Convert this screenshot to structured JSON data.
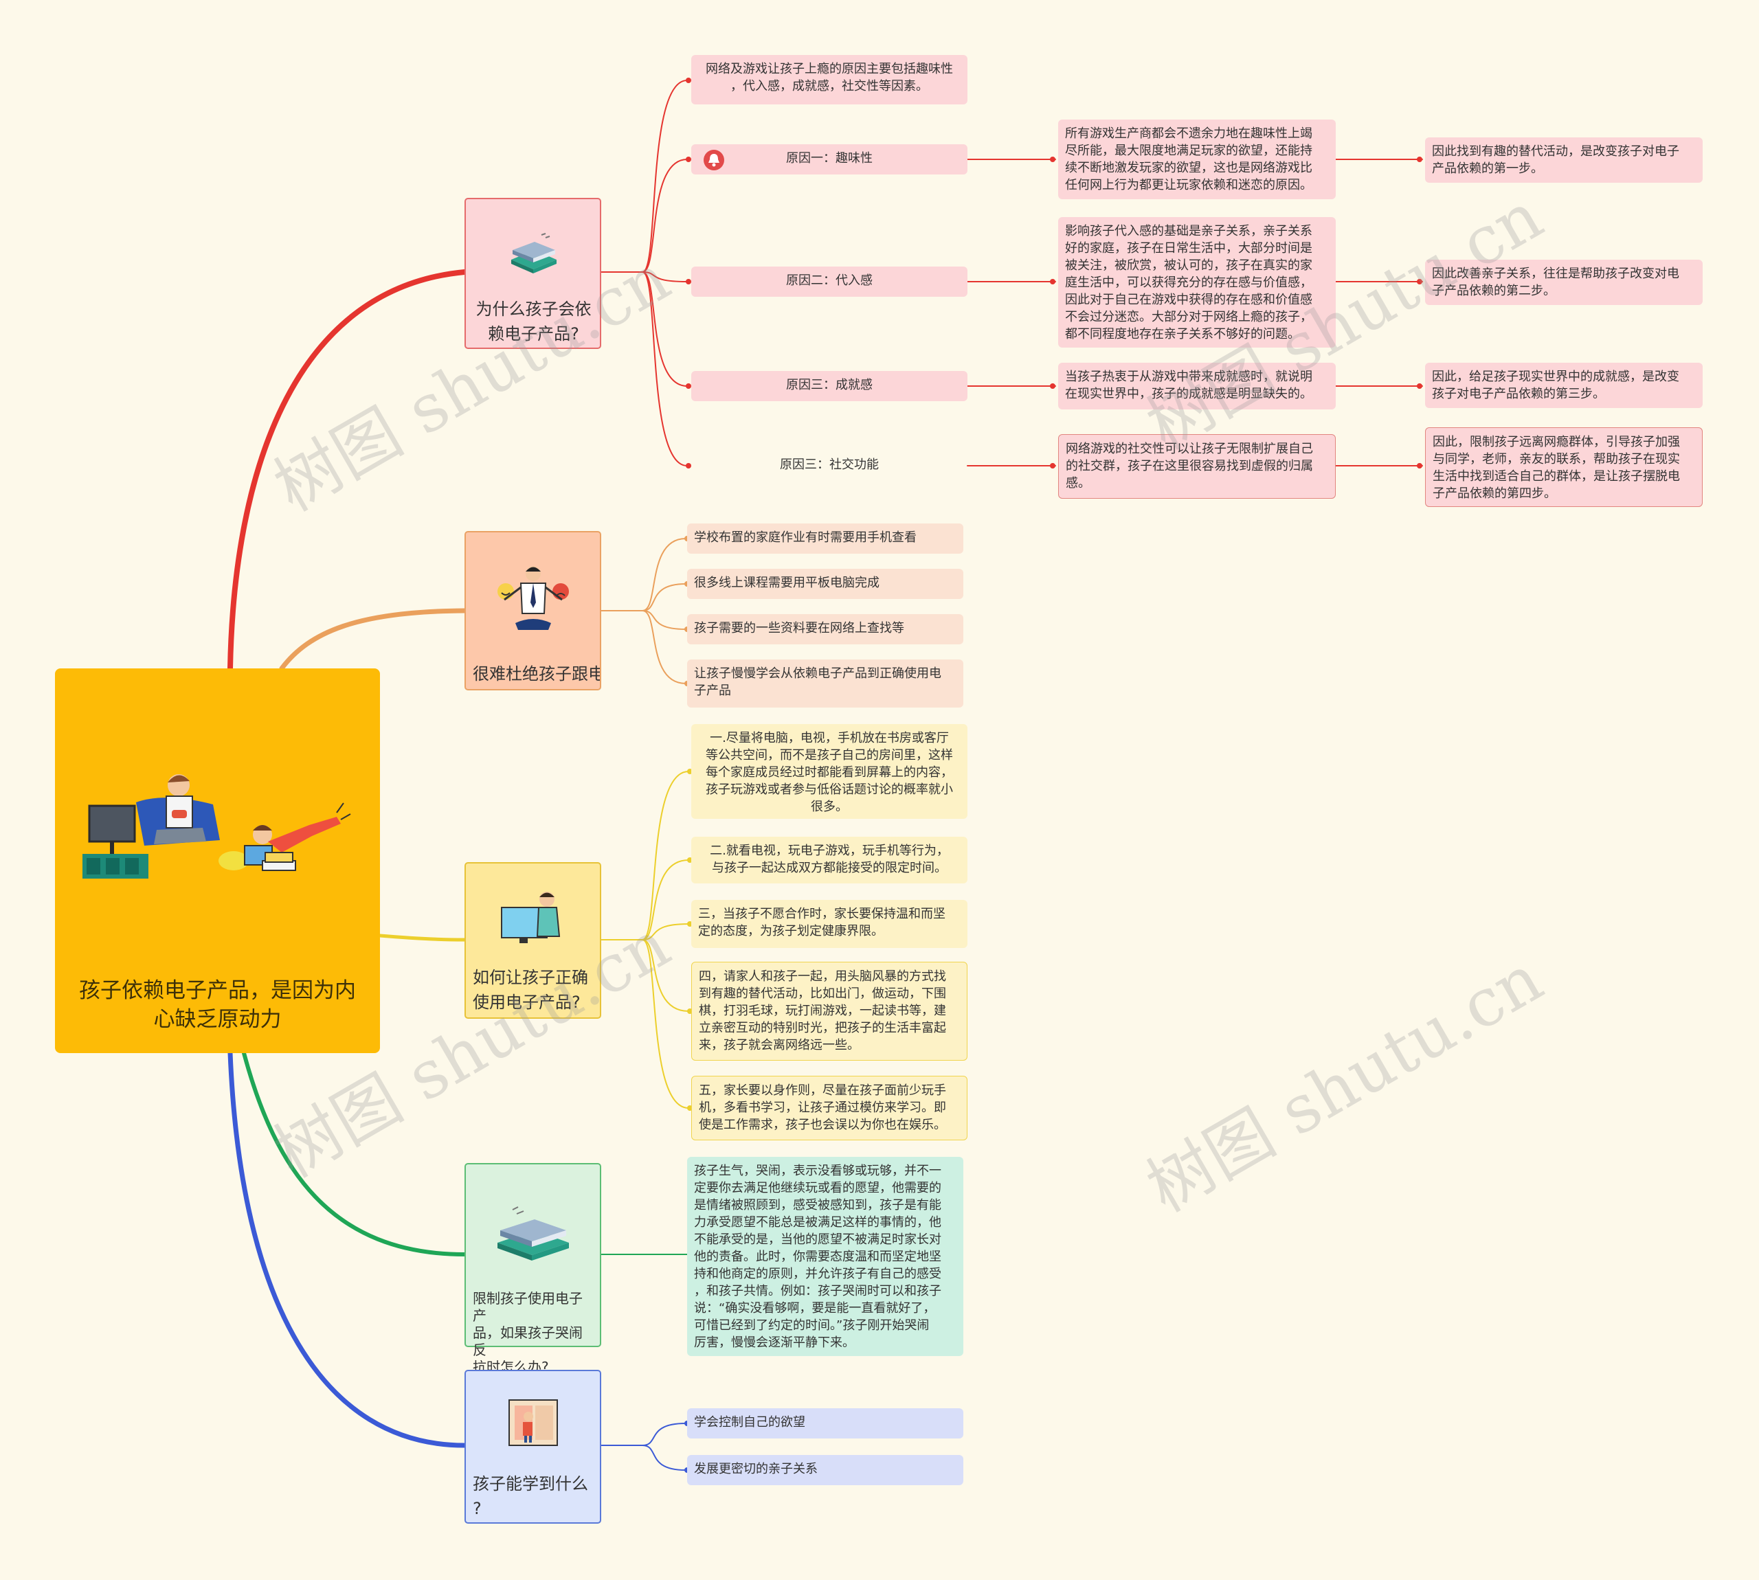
{
  "root": {
    "label": "孩子依赖电子产品，是因为内\n心缺乏原动力"
  },
  "branches": [
    {
      "label": "为什么孩子会依\n赖电子产品?",
      "color": "#e5352f",
      "icon": "books-stack-icon",
      "children": [
        "网络及游戏让孩子上瘾的原因主要包括趣味性\n，代入感，成就感，社交性等因素。",
        "原因一：趣味性",
        "原因二：代入感",
        "原因三：成就感",
        "原因三：社交功能"
      ],
      "details": [
        {
          "text": "所有游戏生产商都会不遗余力地在趣味性上竭\n尽所能，最大限度地满足玩家的欲望，还能持\n续不断地激发玩家的欲望，这也是网络游戏比\n任何网上行为都更让玩家依赖和迷恋的原因。",
          "conclusion": "因此找到有趣的替代活动，是改变孩子对电子\n产品依赖的第一步。"
        },
        {
          "text": "影响孩子代入感的基础是亲子关系，亲子关系\n好的家庭，孩子在日常生活中，大部分时间是\n被关注，被欣赏，被认可的，孩子在真实的家\n庭生活中，可以获得充分的存在感与价值感，\n因此对于自己在游戏中获得的存在感和价值感\n不会过分迷恋。大部分对于网络上瘾的孩子，\n都不同程度地存在亲子关系不够好的问题。",
          "conclusion": "因此改善亲子关系，往往是帮助孩子改变对电\n子产品依赖的第二步。"
        },
        {
          "text": "当孩子热衷于从游戏中带来成就感时，就说明\n在现实世界中，孩子的成就感是明显缺失的。",
          "conclusion": "因此，给足孩子现实世界中的成就感，是改变\n孩子对电子产品依赖的第三步。"
        },
        {
          "text": "网络游戏的社交性可以让孩子无限制扩展自己\n的社交群，孩子在这里很容易找到虚假的归属\n感。",
          "conclusion": "因此，限制孩子远离网瘾群体，引导孩子加强\n与同学，老师，亲友的联系，帮助孩子在现实\n生活中找到适合自己的群体，是让孩子摆脱电\n子产品依赖的第四步。"
        }
      ]
    },
    {
      "label": "很难杜绝孩子跟电",
      "color": "#eaa05c",
      "icon": "balance-person-icon",
      "children": [
        "学校布置的家庭作业有时需要用手机查看",
        "很多线上课程需要用平板电脑完成",
        "孩子需要的一些资料要在网络上查找等",
        "让孩子慢慢学会从依赖电子产品到正确使用电\n子产品"
      ]
    },
    {
      "label": "如何让孩子正确\n使用电子产品?",
      "color": "#eccf2c",
      "icon": "computer-teacher-icon",
      "children": [
        "一.尽量将电脑，电视，手机放在书房或客厅\n等公共空间，而不是孩子自己的房间里，这样\n每个家庭成员经过时都能看到屏幕上的内容，\n孩子玩游戏或者参与低俗话题讨论的概率就小\n很多。",
        "二.就看电视，玩电子游戏，玩手机等行为，\n与孩子一起达成双方都能接受的限定时间。",
        "三，当孩子不愿合作时，家长要保持温和而坚\n定的态度，为孩子划定健康界限。",
        "四，请家人和孩子一起，用头脑风暴的方式找\n到有趣的替代活动，比如出门，做运动，下围\n棋，打羽毛球，玩打闹游戏，一起读书等，建\n立亲密互动的特别时光，把孩子的生活丰富起\n来，孩子就会离网络远一些。",
        "五，家长要以身作则，尽量在孩子面前少玩手\n机，多看书学习，让孩子通过模仿来学习。即\n使是工作需求，孩子也会误以为你也在娱乐。"
      ]
    },
    {
      "label": "限制孩子使用电子产\n品，如果孩子哭闹反\n抗时怎么办?",
      "color": "#1fa656",
      "icon": "books-stack-icon",
      "children": [
        "孩子生气，哭闹，表示没看够或玩够，并不一\n定要你去满足他继续玩或看的愿望，他需要的\n是情绪被照顾到，感受被感知到，孩子是有能\n力承受愿望不能总是被满足这样的事情的，他\n不能承受的是，当他的愿望不被满足时家长对\n他的责备。此时，你需要态度温和而坚定地坚\n持和他商定的原则，并允许孩子有自己的感受\n，和孩子共情。例如：孩子哭闹时可以和孩子\n说：“确实没看够啊，要是能一直看就好了，\n可惜已经到了约定的时间。”孩子刚开始哭闹\n厉害，慢慢会逐渐平静下来。"
      ]
    },
    {
      "label": "孩子能学到什么\n?",
      "color": "#3b5ad6",
      "icon": "reading-child-icon",
      "children": [
        "学会控制自己的欲望",
        "发展更密切的亲子关系"
      ]
    }
  ],
  "watermark": "树图 shutu.cn"
}
